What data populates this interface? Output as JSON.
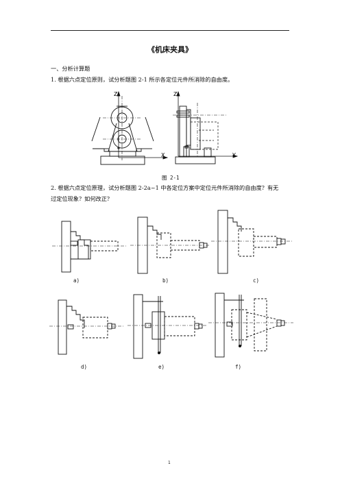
{
  "document": {
    "title": "《机床夹具》",
    "section_heading": "一、分析计算题",
    "question1": "1. 根据六点定位原则，试分析题图 2-1 所示各定位元件所消除的自由度。",
    "figure1_caption": "图 2-1",
    "figure1_axis_labels": {
      "left_z": "Z",
      "left_x": "X",
      "right_z": "Z",
      "right_y": "Y"
    },
    "question2_line1": "2. 根据六点定位原理，试分析题图 2-2a~1 中各定位方案中定位元件所消除的自由度？有无",
    "question2_line2": "过定位现象？如何改正？",
    "subfigure_labels": [
      "a)",
      "b)",
      "c)",
      "d)",
      "e)",
      "f)"
    ],
    "page_number": "1"
  }
}
